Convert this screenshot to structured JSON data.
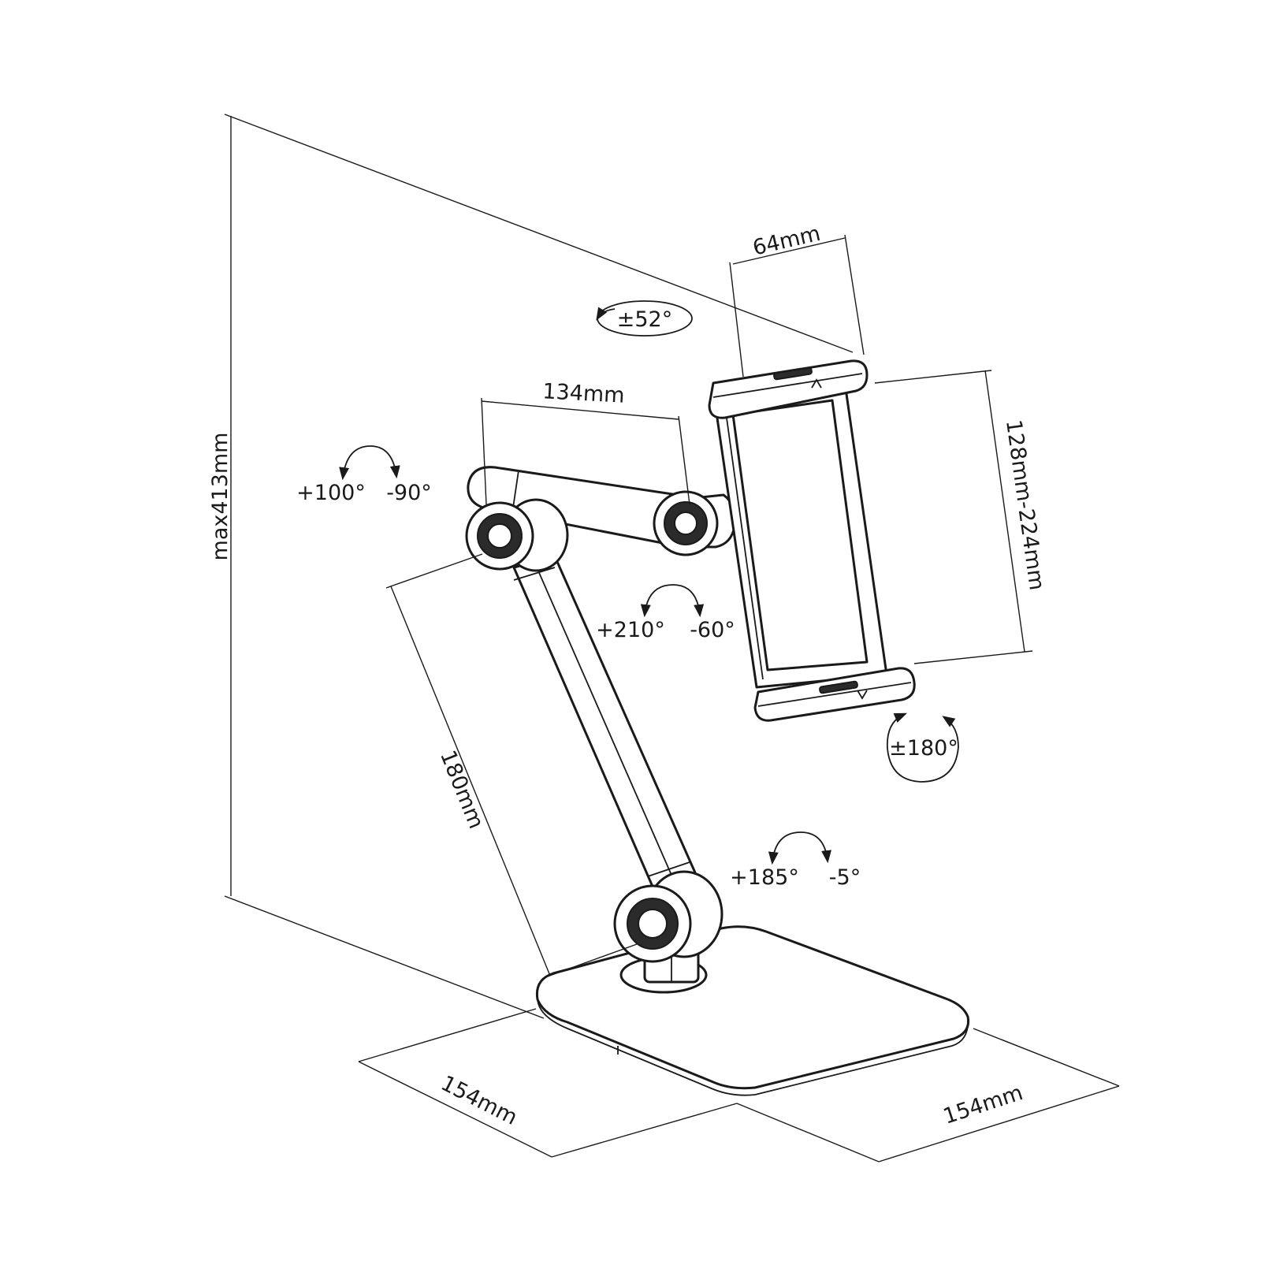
{
  "dimensions": {
    "height_max": "max413mm",
    "holder_width": "64mm",
    "upper_arm_length": "134mm",
    "holder_clamp_range": "128mm-224mm",
    "lower_arm_length": "180mm",
    "base_depth": "154mm",
    "base_width": "154mm"
  },
  "rotations": {
    "holder_tilt": "±52°",
    "top_joint_up": "+100°",
    "top_joint_down": "-90°",
    "middle_joint_up": "+210°",
    "middle_joint_down": "-60°",
    "holder_spin": "±180°",
    "base_joint_up": "+185°",
    "base_joint_down": "-5°"
  }
}
